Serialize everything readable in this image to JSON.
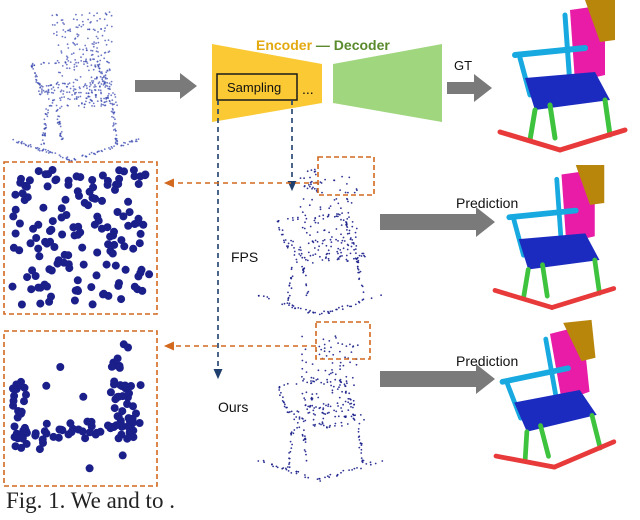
{
  "labels": {
    "encoder": "Encoder",
    "separator": "—",
    "decoder": "Decoder",
    "sampling": "Sampling",
    "ellipsis": "...",
    "gt": "GT",
    "prediction_1": "Prediction",
    "prediction_2": "Prediction",
    "fps": "FPS",
    "ours": "Ours"
  },
  "caption": "Fig. 1. We  and  to  .",
  "colors": {
    "encoder_fill": "#fac934",
    "decoder_fill": "#9fd67e",
    "encoder_text": "#e3a910",
    "decoder_text": "#5a8a2c",
    "arrow_gray": "#7a7a7a",
    "dashed_orange": "#d2691e",
    "dashed_navy": "#1f3f6e",
    "point_navy": "#1a1f8a",
    "seat_blue": "#1c2bbf",
    "back_magenta": "#e81ca6",
    "top_rail_olive": "#b8860b",
    "arm_cyan": "#17a9e0",
    "leg_green": "#3ec33e",
    "rocker_red": "#e83a3a"
  }
}
